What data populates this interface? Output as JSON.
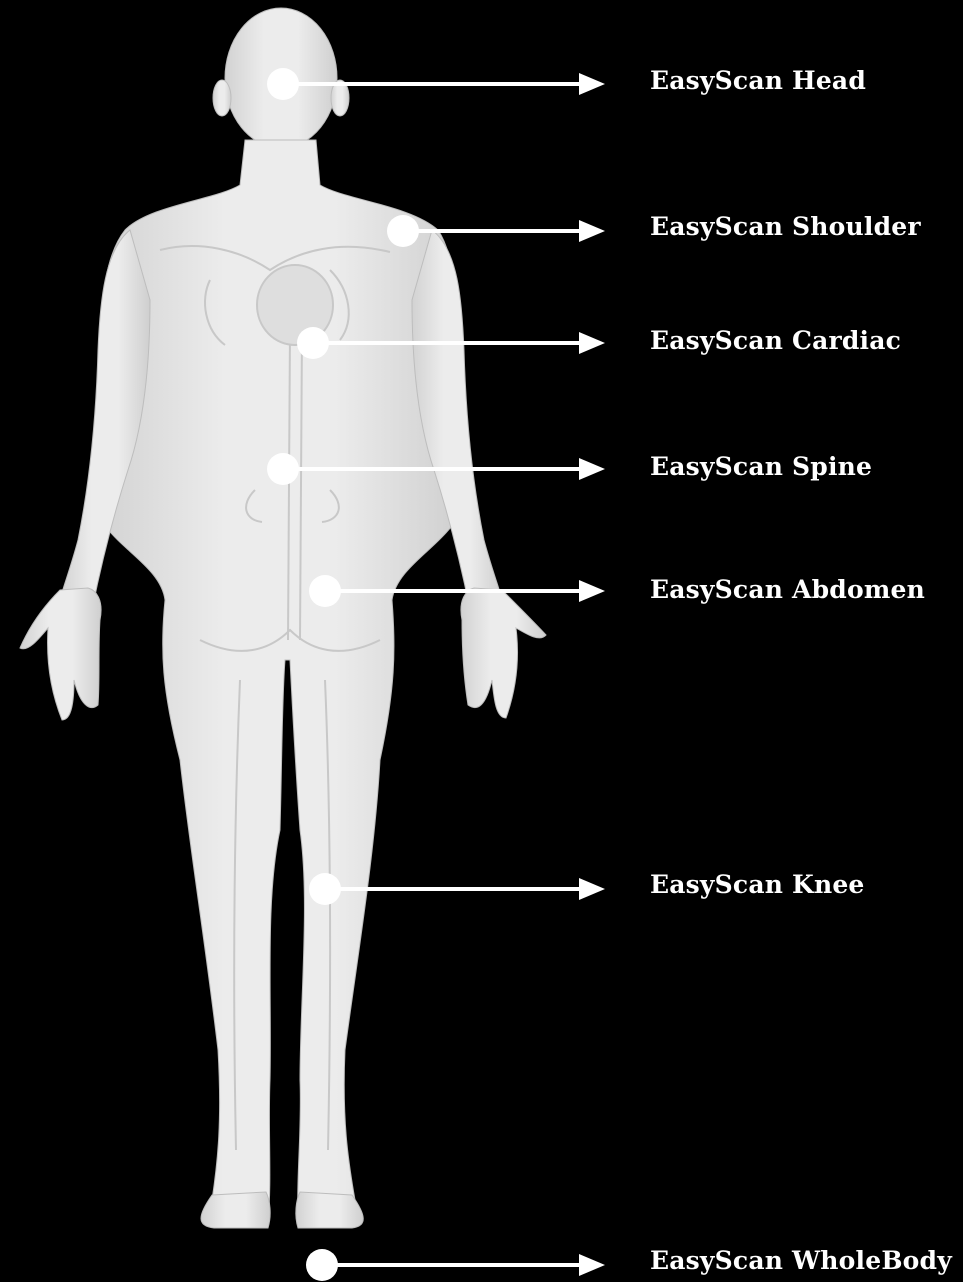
{
  "colors": {
    "background": "#000000",
    "body_fill": "#e9e9e9",
    "body_shade": "#d4d4d4",
    "vessel": "#c4c4c4",
    "marker": "#ffffff",
    "label": "#ffffff"
  },
  "scan_targets": [
    {
      "name": "head",
      "label": "EasyScan Head"
    },
    {
      "name": "shoulder",
      "label": "EasyScan Shoulder"
    },
    {
      "name": "cardiac",
      "label": "EasyScan Cardiac"
    },
    {
      "name": "spine",
      "label": "EasyScan Spine"
    },
    {
      "name": "abdomen",
      "label": "EasyScan Abdomen"
    },
    {
      "name": "knee",
      "label": "EasyScan Knee"
    },
    {
      "name": "wholebody",
      "label": "EasyScan WholeBody"
    }
  ]
}
